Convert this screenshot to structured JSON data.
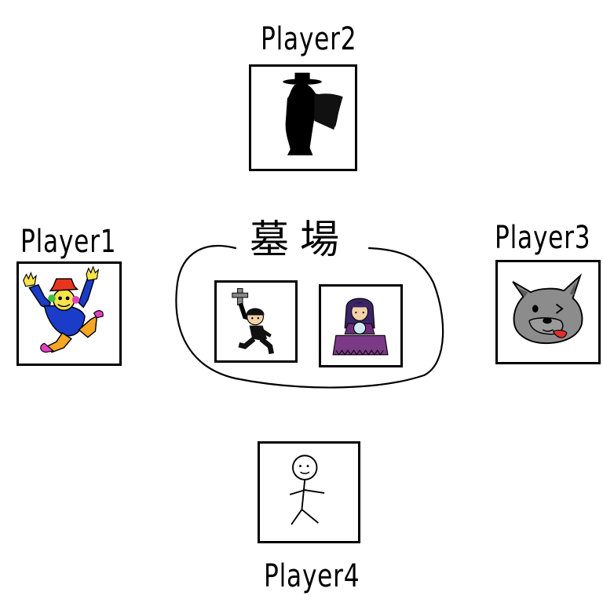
{
  "players": [
    {
      "name": "Player1",
      "icon": "jumping-clown-icon"
    },
    {
      "name": "Player2",
      "icon": "caped-silhouette-icon"
    },
    {
      "name": "Player3",
      "icon": "wolf-face-icon"
    },
    {
      "name": "Player4",
      "icon": "stick-figure-icon"
    }
  ],
  "graveyard": {
    "title": "墓場",
    "cards": [
      {
        "icon": "grave-robber-with-cross-icon"
      },
      {
        "icon": "fortune-teller-icon"
      }
    ]
  }
}
